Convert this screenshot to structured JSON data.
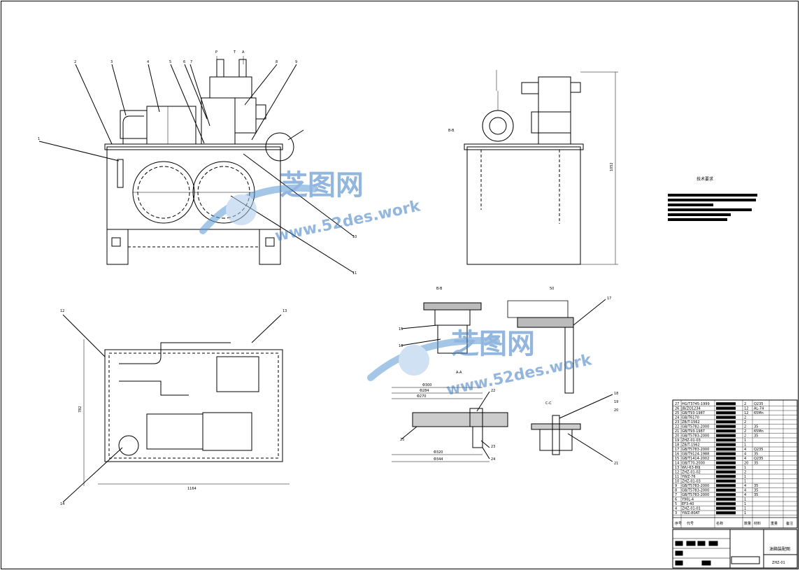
{
  "sheet": {
    "title": "油箱装配图",
    "drawing_no": "ZHZ-01"
  },
  "watermark": {
    "brand": "芝图网",
    "url": "www.52des.work"
  },
  "tech_requirements": {
    "title": "技术要求"
  },
  "views": {
    "front": {
      "balloons": [
        "1",
        "2",
        "3",
        "4",
        "5",
        "6",
        "7",
        "8",
        "9",
        "10",
        "11"
      ],
      "port_labels": [
        "P",
        "T",
        "A"
      ]
    },
    "side": {
      "dim_height": "1052",
      "section_mark": "B-B"
    },
    "top": {
      "dim_width": "1164",
      "dim_depth": "782",
      "balloons": [
        "12",
        "13",
        "14"
      ]
    },
    "section_bb": {
      "title": "B-B",
      "dim_top": "50",
      "balloons": [
        "15",
        "16",
        "17"
      ]
    },
    "section_aa": {
      "title": "A-A",
      "dims": [
        "Φ300",
        "Φ284",
        "Φ270",
        "Φ320",
        "Φ344"
      ],
      "balloons": [
        "22",
        "23",
        "24",
        "25"
      ]
    },
    "section_cc": {
      "title": "C-C",
      "balloons": [
        "18",
        "19",
        "20",
        "21"
      ]
    }
  },
  "bom": {
    "rows": [
      {
        "no": "27",
        "code": "HG/T3745-1999",
        "qty": "2",
        "mat": "Q235"
      },
      {
        "no": "26",
        "code": "JB/ZQ1234",
        "qty": "12",
        "mat": "AL-74"
      },
      {
        "no": "25",
        "code": "GB/T93-1987",
        "qty": "12",
        "mat": "65Mn"
      },
      {
        "no": "24",
        "code": "GB/T6170",
        "qty": "2",
        "mat": ""
      },
      {
        "no": "23",
        "code": "ZB/T-1562",
        "qty": "2",
        "mat": ""
      },
      {
        "no": "22",
        "code": "GB/T5782-2000",
        "qty": "2",
        "mat": "35"
      },
      {
        "no": "21",
        "code": "GB/T93-1987",
        "qty": "2",
        "mat": "65Mn"
      },
      {
        "no": "20",
        "code": "GB/T5783-2000",
        "qty": "2",
        "mat": "35"
      },
      {
        "no": "19",
        "code": "ZHZ-01-03",
        "qty": "1",
        "mat": ""
      },
      {
        "no": "18",
        "code": "ZB/T-1562",
        "qty": "1",
        "mat": ""
      },
      {
        "no": "17",
        "code": "GB/T5783-2000",
        "qty": "4",
        "mat": "Q235"
      },
      {
        "no": "16",
        "code": "GB/T9124-1988",
        "qty": "4",
        "mat": "35"
      },
      {
        "no": "15",
        "code": "GB/T1414-2002",
        "qty": "4",
        "mat": "Q235"
      },
      {
        "no": "14",
        "code": "GB/T70-2000",
        "qty": "20",
        "mat": "35"
      },
      {
        "no": "13",
        "code": "WU-63-80J",
        "qty": "1",
        "mat": ""
      },
      {
        "no": "12",
        "code": "ZHZ-01-02",
        "qty": "2",
        "mat": ""
      },
      {
        "no": "11",
        "code": "YWZ-76",
        "qty": "1",
        "mat": ""
      },
      {
        "no": "10",
        "code": "ZHZ-01-03",
        "qty": "1",
        "mat": ""
      },
      {
        "no": "9",
        "code": "GB/T5783-2000",
        "qty": "4",
        "mat": "35"
      },
      {
        "no": "8",
        "code": "GB/T5783-2000",
        "qty": "4",
        "mat": "35"
      },
      {
        "no": "7",
        "code": "GB/T5783-2000",
        "qty": "4",
        "mat": "35"
      },
      {
        "no": "6",
        "code": "Y90L-4",
        "qty": "1",
        "mat": ""
      },
      {
        "no": "5",
        "code": "EF3-40",
        "qty": "1",
        "mat": ""
      },
      {
        "no": "4",
        "code": "ZHZ-01-01",
        "qty": "1",
        "mat": ""
      },
      {
        "no": "3",
        "code": "YWZ-80AT",
        "qty": "1",
        "mat": ""
      }
    ],
    "header": [
      "序号",
      "代号",
      "名称",
      "数量",
      "材料",
      "重量",
      "备注"
    ]
  }
}
